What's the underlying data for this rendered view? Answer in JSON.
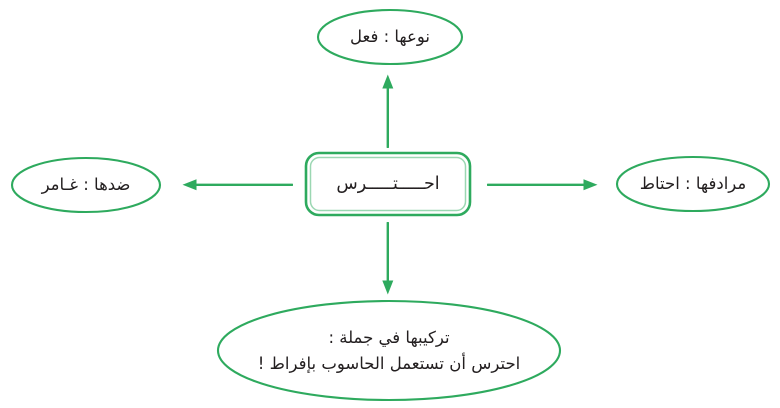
{
  "diagram": {
    "type": "mind-map",
    "language": "ar",
    "direction": "rtl",
    "background_color": "#ffffff",
    "accent_color": "#2eaa5e",
    "text_color": "#231f20",
    "center": {
      "shape": "double-rounded-rectangle",
      "text": "احـــــتـــــرس"
    },
    "branches": [
      {
        "id": "top",
        "shape": "ellipse",
        "direction": "up",
        "arrow": "arrow-up",
        "lines": [
          "نوعها : فعل"
        ]
      },
      {
        "id": "left",
        "shape": "ellipse",
        "direction": "left",
        "arrow": "arrow-left",
        "lines": [
          "ضدها : غـامر"
        ]
      },
      {
        "id": "right",
        "shape": "ellipse",
        "direction": "right",
        "arrow": "arrow-right",
        "lines": [
          "مرادفها : احتاط"
        ]
      },
      {
        "id": "bottom",
        "shape": "ellipse",
        "direction": "down",
        "arrow": "arrow-down",
        "lines": [
          "تركيبها في جملة :",
          "احترس أن تستعمل الحاسوب بإفراط !"
        ]
      }
    ]
  }
}
